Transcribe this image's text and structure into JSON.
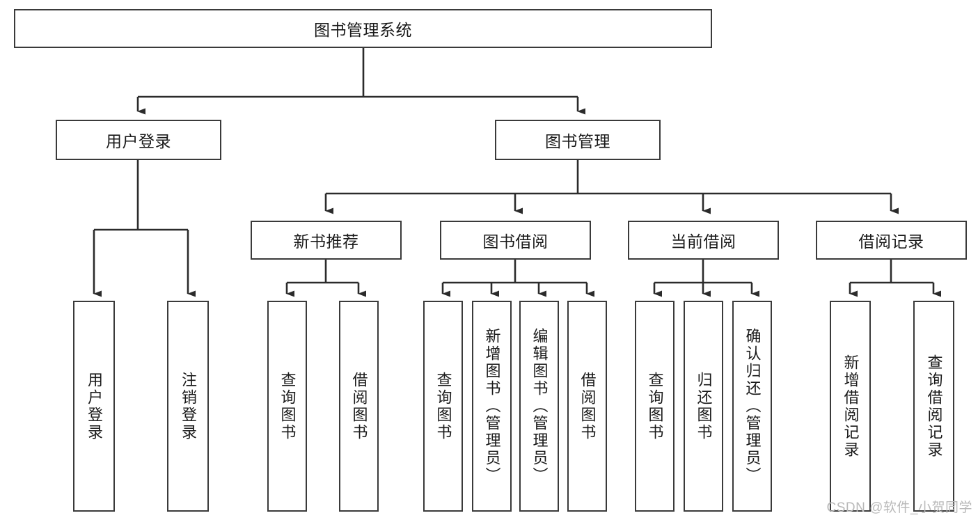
{
  "diagram": {
    "type": "tree-hierarchy-chart",
    "title": "图书管理系统",
    "watermark": "CSDN @软件_小贺同学",
    "colors": {
      "box_border": "#3a3a3a",
      "box_fill": "#ffffff",
      "connector": "#2b2b2b",
      "text": "#1a1a1a",
      "watermark": "#b9b9b9"
    },
    "levels": {
      "root": {
        "label": "图书管理系统"
      },
      "level2": [
        {
          "label": "用户登录"
        },
        {
          "label": "图书管理"
        }
      ],
      "level3": [
        {
          "label": "新书推荐"
        },
        {
          "label": "图书借阅"
        },
        {
          "label": "当前借阅"
        },
        {
          "label": "借阅记录"
        }
      ],
      "leaves": {
        "user_login": [
          {
            "label": "用户登录"
          },
          {
            "label": "注销登录"
          }
        ],
        "new_book_recommend": [
          {
            "label": "查询图书"
          },
          {
            "label": "借阅图书"
          }
        ],
        "book_borrow": [
          {
            "label": "查询图书"
          },
          {
            "label": "新增图书（管理员）"
          },
          {
            "label": "编辑图书（管理员）"
          },
          {
            "label": "借阅图书"
          }
        ],
        "current_borrow": [
          {
            "label": "查询图书"
          },
          {
            "label": "归还图书"
          },
          {
            "label": "确认归还（管理员）"
          }
        ],
        "borrow_records": [
          {
            "label": "新增借阅记录"
          },
          {
            "label": "查询借阅记录"
          }
        ]
      }
    }
  }
}
